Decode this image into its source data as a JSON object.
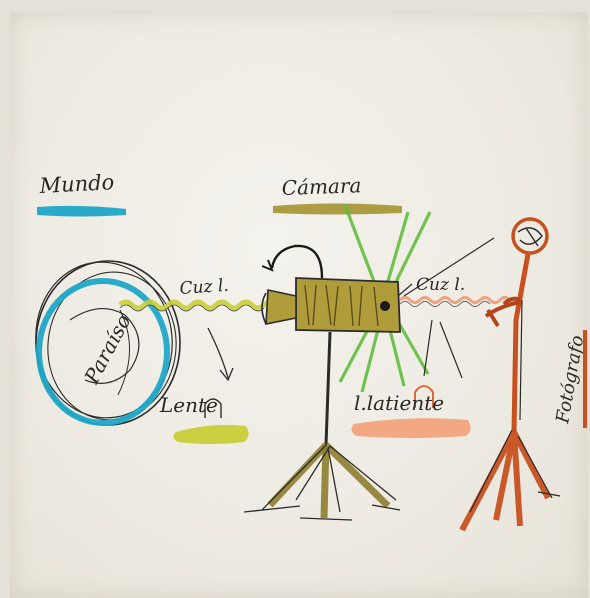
{
  "labels": {
    "mundo": "Mundo",
    "camara": "Cámara",
    "paraiso": "Paraíso",
    "cuz_left": "Cuz l.",
    "cuz_right": "Cuz l.",
    "lente": "Lente",
    "latiente": "l.latiente",
    "fotografo": "Fotógrafo"
  },
  "colors": {
    "paper": "#eeebe3",
    "ink": "#2a2722",
    "blue": "#1fa7c9",
    "olive": "#a8973a",
    "yellow_green": "#c8cf3a",
    "green": "#5fbf3e",
    "orange": "#e9a37a",
    "rust": "#c8501e"
  }
}
